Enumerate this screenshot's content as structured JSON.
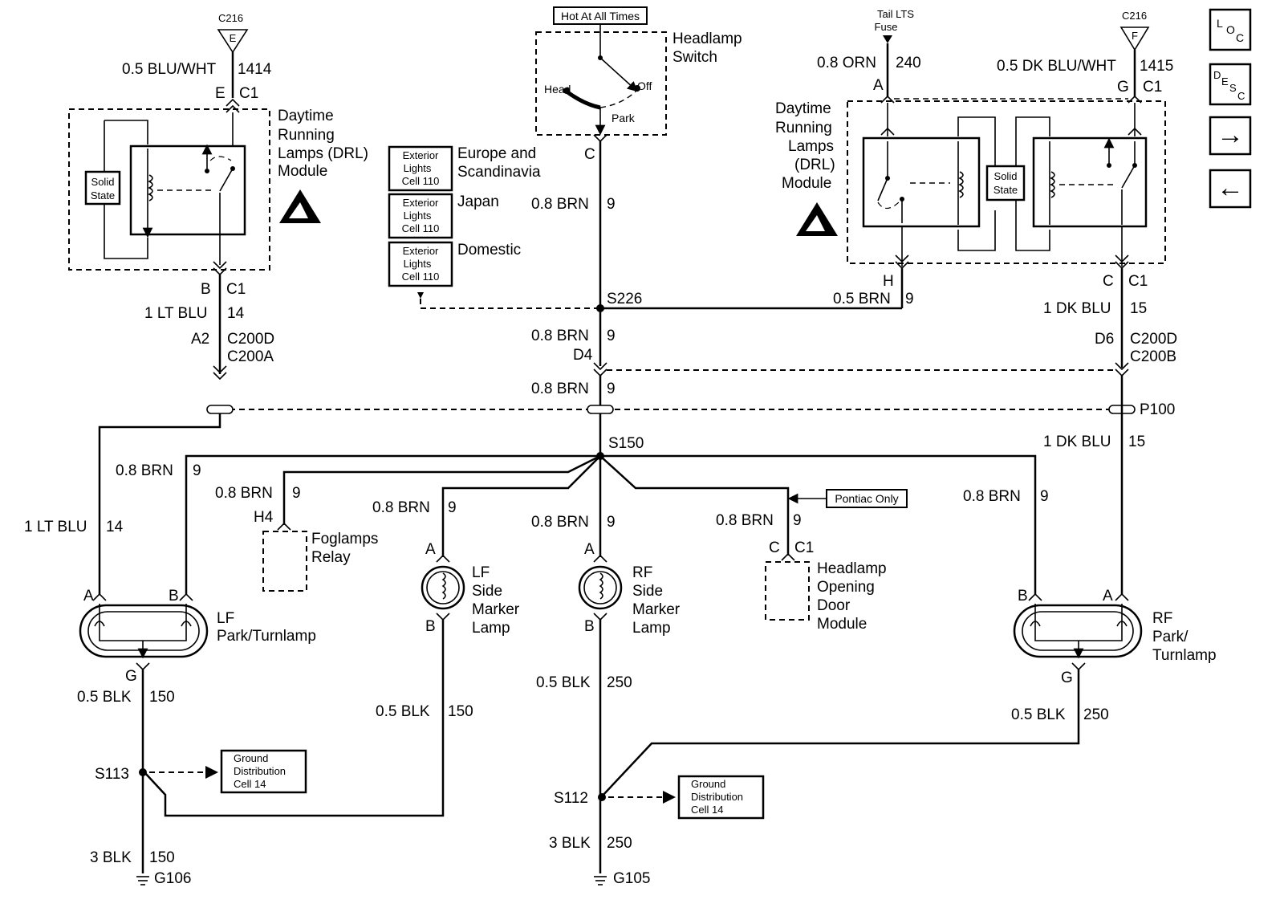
{
  "nav": {
    "loc_letters": [
      "L",
      "O",
      "C"
    ],
    "desc_letters": [
      "D",
      "E",
      "S",
      "C"
    ],
    "forward_glyph": "→",
    "back_glyph": "←"
  },
  "hot_at_all_times": "Hot At All Times",
  "headlamp_switch": {
    "title_lines": [
      "Headlamp",
      "Switch"
    ],
    "head": "Head",
    "off": "Off",
    "park": "Park",
    "connector": "C",
    "wire_size": "0.8 BRN",
    "circuit": "9"
  },
  "left_drl": {
    "c216_label": "C216",
    "c216_pin": "E",
    "wire_in_size": "0.5 BLU/WHT",
    "wire_in_circuit": "1414",
    "in_pin": "E",
    "in_conn": "C1",
    "title_lines": [
      "Daytime",
      "Running",
      "Lamps (DRL)",
      "Module"
    ],
    "solid_state_lines": [
      "Solid",
      "State"
    ],
    "out_pin": "B",
    "out_conn": "C1",
    "wire_out_size": "1 LT BLU",
    "wire_out_circuit": "14",
    "c200_pin": "A2",
    "c200_lines": [
      "C200D",
      "C200A"
    ]
  },
  "exterior_refs": [
    {
      "box_lines": [
        "Exterior",
        "Lights",
        "Cell 110"
      ],
      "label_lines": [
        "Europe and",
        "Scandinavia"
      ]
    },
    {
      "box_lines": [
        "Exterior",
        "Lights",
        "Cell 110"
      ],
      "label_lines": [
        "Japan"
      ]
    },
    {
      "box_lines": [
        "Exterior",
        "Lights",
        "Cell 110"
      ],
      "label_lines": [
        "Domestic"
      ]
    }
  ],
  "right_drl": {
    "tail_lts_lines": [
      "Tail LTS",
      "Fuse"
    ],
    "c216_label": "C216",
    "c216_pin": "F",
    "orn_size": "0.8 ORN",
    "orn_circuit": "240",
    "orn_pin": "A",
    "blu_size": "0.5 DK BLU/WHT",
    "blu_circuit": "1415",
    "blu_pin": "G",
    "blu_conn": "C1",
    "title_lines": [
      "Daytime",
      "Running",
      "Lamps",
      "(DRL)",
      "Module"
    ],
    "solid_state_lines": [
      "Solid",
      "State"
    ],
    "h_pin": "H",
    "h_size": "0.5 BRN",
    "h_circuit": "9",
    "c_pin": "C",
    "c_conn": "C1",
    "dkblu_size": "1 DK BLU",
    "dkblu_circuit": "15",
    "c200_pin": "D6",
    "c200_lines": [
      "C200D",
      "C200B"
    ]
  },
  "center": {
    "s226": "S226",
    "wire2_size": "0.8 BRN",
    "wire2_circuit": "9",
    "d4": "D4",
    "wire3_size": "0.8 BRN",
    "wire3_circuit": "9",
    "p100": "P100",
    "s150": "S150",
    "right_blu_size": "1 DK BLU",
    "right_blu_circuit": "15"
  },
  "loads": {
    "lf_park": {
      "blu_size": "1 LT BLU",
      "blu_circuit": "14",
      "brn_size": "0.8 BRN",
      "brn_circuit": "9",
      "pin_a": "A",
      "pin_b": "B",
      "pin_g": "G",
      "title_lines": [
        "LF",
        "Park/Turnlamp"
      ],
      "gnd_size": "0.5 BLK",
      "gnd_circuit": "150"
    },
    "fog": {
      "size": "0.8 BRN",
      "circuit": "9",
      "pin": "H4",
      "title_lines": [
        "Foglamps",
        "Relay"
      ]
    },
    "lf_side": {
      "size": "0.8 BRN",
      "circuit": "9",
      "pin_a": "A",
      "pin_b": "B",
      "title_lines": [
        "LF",
        "Side",
        "Marker",
        "Lamp"
      ],
      "gnd_size": "0.5 BLK",
      "gnd_circuit": "150"
    },
    "rf_side": {
      "size": "0.8 BRN",
      "circuit": "9",
      "pin_a": "A",
      "pin_b": "B",
      "title_lines": [
        "RF",
        "Side",
        "Marker",
        "Lamp"
      ],
      "gnd_size": "0.5 BLK",
      "gnd_circuit": "250"
    },
    "hdoor": {
      "pontiac": "Pontiac Only",
      "size": "0.8 BRN",
      "circuit": "9",
      "pin": "C",
      "conn": "C1",
      "title_lines": [
        "Headlamp",
        "Opening",
        "Door",
        "Module"
      ]
    },
    "rf_park": {
      "brn_size": "0.8 BRN",
      "brn_circuit": "9",
      "pin_a": "A",
      "pin_b": "B",
      "pin_g": "G",
      "title_lines": [
        "RF",
        "Park/",
        "Turnlamp"
      ],
      "gnd_size": "0.5 BLK",
      "gnd_circuit": "250"
    }
  },
  "grounds": {
    "s113": "S113",
    "s112": "S112",
    "gd_lines": [
      "Ground",
      "Distribution",
      "Cell 14"
    ],
    "left_size": "3 BLK",
    "left_circuit": "150",
    "g106": "G106",
    "right_size": "3 BLK",
    "right_circuit": "250",
    "g105": "G105"
  }
}
